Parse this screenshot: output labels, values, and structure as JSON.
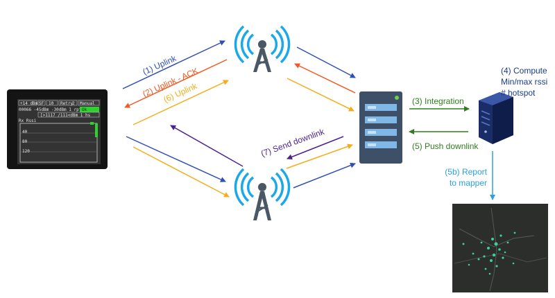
{
  "colors": {
    "blue": "#2f4fb5",
    "orange": "#f05a22",
    "yellow": "#f5ad1b",
    "purple": "#4a2390",
    "green": "#2f7d1f",
    "light_blue": "#2b9fe0",
    "tower": "#4a5866",
    "wave": "#1aa8e8",
    "server": "#3d5068",
    "server_panel": "#7fb7e6",
    "cloud_server": "#1a2d66",
    "device_screen": "#333333",
    "map_dark": "#2b2e2b",
    "map_points": "#3fcf98"
  },
  "icons": {
    "tower_top": "radio-tower-icon",
    "tower_bottom": "radio-tower-icon",
    "lns_server": "server-icon",
    "cloud_server": "server-icon",
    "tester": "field-tester-icon",
    "map": "coverage-map-icon"
  },
  "labels": {
    "uplink": "(1) Uplink",
    "uplink_ack": "(2) Uplink - ACK",
    "uplink6": "(6) Uplink",
    "send_downlink": "(7) Send downlink",
    "integration": "(3) Integration",
    "push_downlink": "(5) Push downlink",
    "compute": [
      "(4) Compute",
      "Min/max rssi",
      "# hotspot"
    ],
    "report": [
      "(5b) Report",
      "to mapper"
    ]
  },
  "device": {
    "row1": [
      "+14 dBm",
      "SF",
      "10",
      "Retry",
      "2",
      "Manual"
    ],
    "row2": "00066 -45dBm -30dBm 1 rpt",
    "row2_badge": "Ok",
    "row3": "[>1117 /111<dBm 1 hs",
    "graph_title": "Rx Rssi",
    "ticks": [
      "40",
      "80",
      "120"
    ]
  }
}
